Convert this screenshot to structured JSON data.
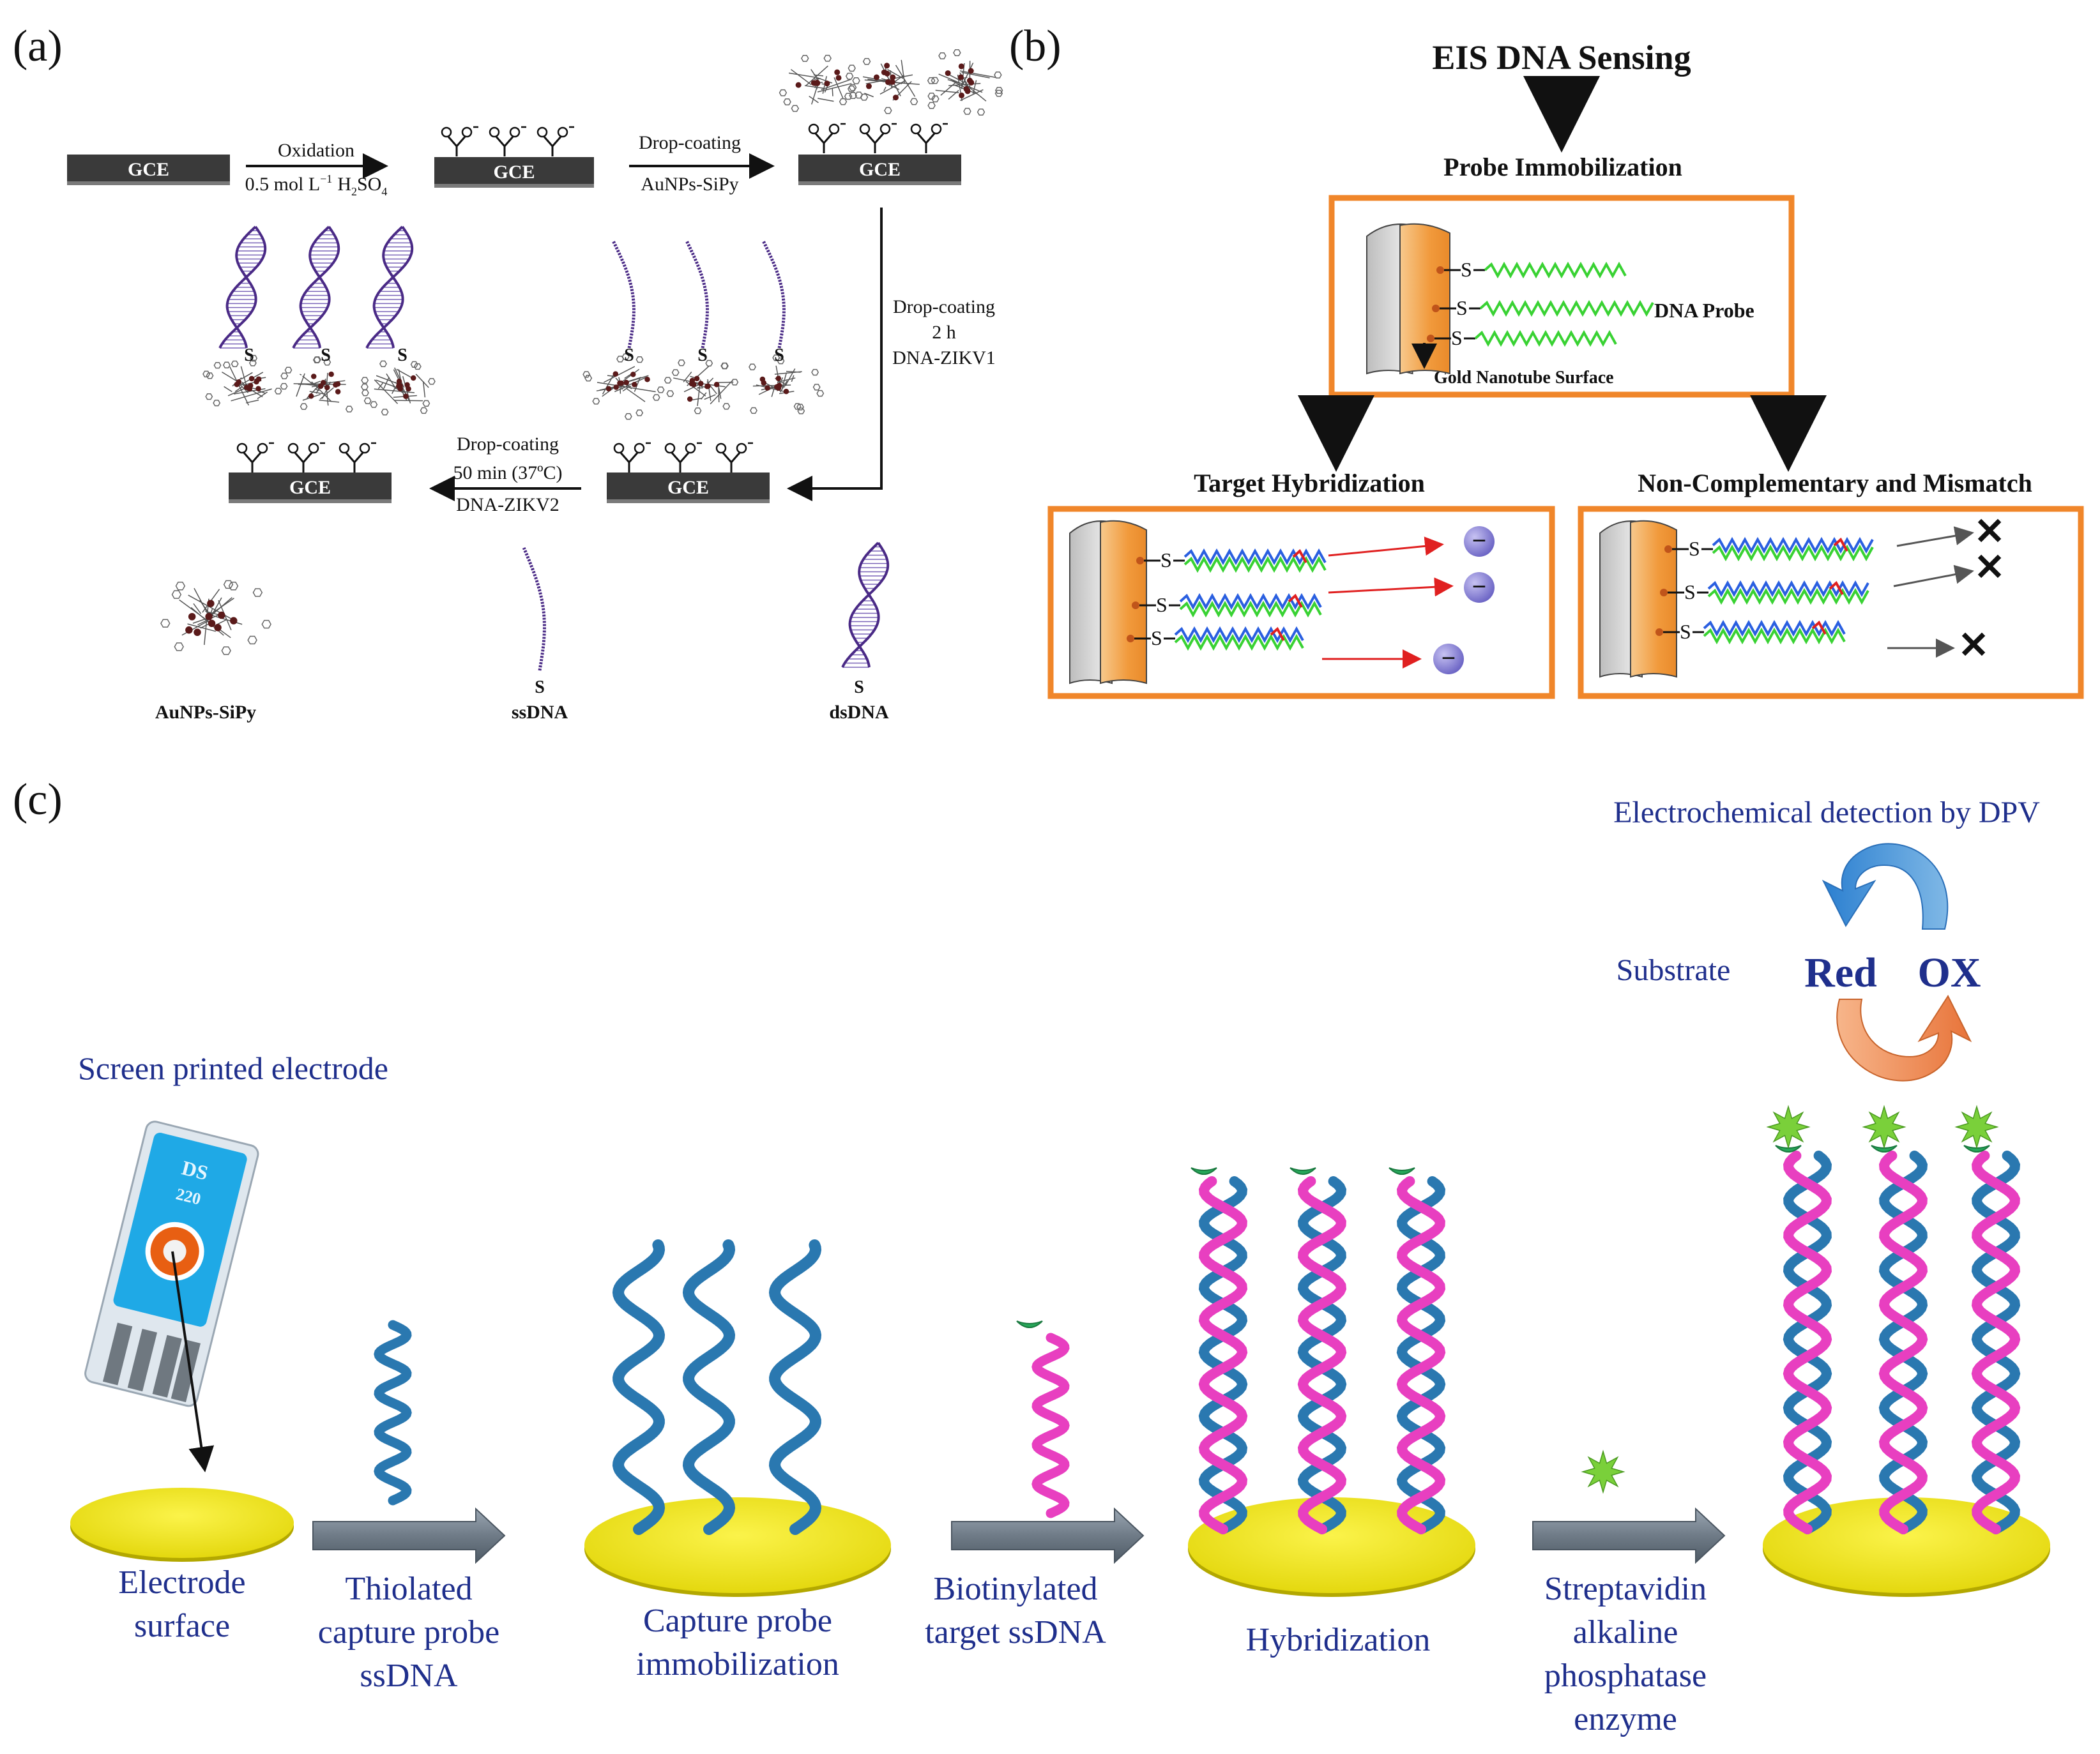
{
  "panels": {
    "a": {
      "label": "(a)",
      "electrode": "GCE",
      "step1_top": "Oxidation",
      "step1_bottom": "0.5 mol L",
      "step1_exp": "−1",
      "step1_chem": "H",
      "step1_sub": "2",
      "step1_chem2": "SO",
      "step1_sub2": "4",
      "step2_top": "Drop-coating",
      "step2_bottom": "AuNPs-SiPy",
      "step3_line1": "Drop-coating",
      "step3_line2": "2 h",
      "step3_line3": "DNA-ZIKV1",
      "step4_line1": "Drop-coating",
      "step4_line2": "50 min (37ºC)",
      "step4_line3": "DNA-ZIKV2",
      "thiol": "S",
      "legend": [
        "AuNPs-SiPy",
        "ssDNA",
        "dsDNA"
      ]
    },
    "b": {
      "label": "(b)",
      "title": "EIS DNA Sensing",
      "probe_immobilization": "Probe Immobilization",
      "dna_probe": "DNA Probe",
      "surface": "Gold Nanotube Surface",
      "target": "Target Hybridization",
      "noncomp": "Non-Complementary and Mismatch",
      "thiol": "S",
      "minus": "−",
      "cross": "✕"
    },
    "c": {
      "label": "(c)",
      "detection": "Electrochemical  detection by DPV",
      "substrate": "Substrate",
      "red": "Red",
      "ox": "OX",
      "spe": "Screen printed electrode",
      "spe_text1": "DS",
      "spe_text2": "220",
      "steps": [
        [
          "Electrode",
          "surface"
        ],
        [
          "Thiolated",
          "capture probe",
          "ssDNA"
        ],
        [
          "Capture probe",
          "immobilization"
        ],
        [
          "Biotinylated",
          "target ssDNA"
        ],
        [
          "Hybridization"
        ],
        [
          "Streptavidin",
          "alkaline",
          "phosphatase",
          "enzyme"
        ]
      ]
    }
  },
  "colors": {
    "electrode": "#3a3a3a",
    "orange_box": "#f0862a",
    "gold": "#f2ea1c",
    "blue_dna": "#2a78b0",
    "pink_dna": "#e83fc0",
    "green_dna": "#39d233",
    "navy_text": "#1f2f8c",
    "purple_dna": "#4a2a86"
  }
}
